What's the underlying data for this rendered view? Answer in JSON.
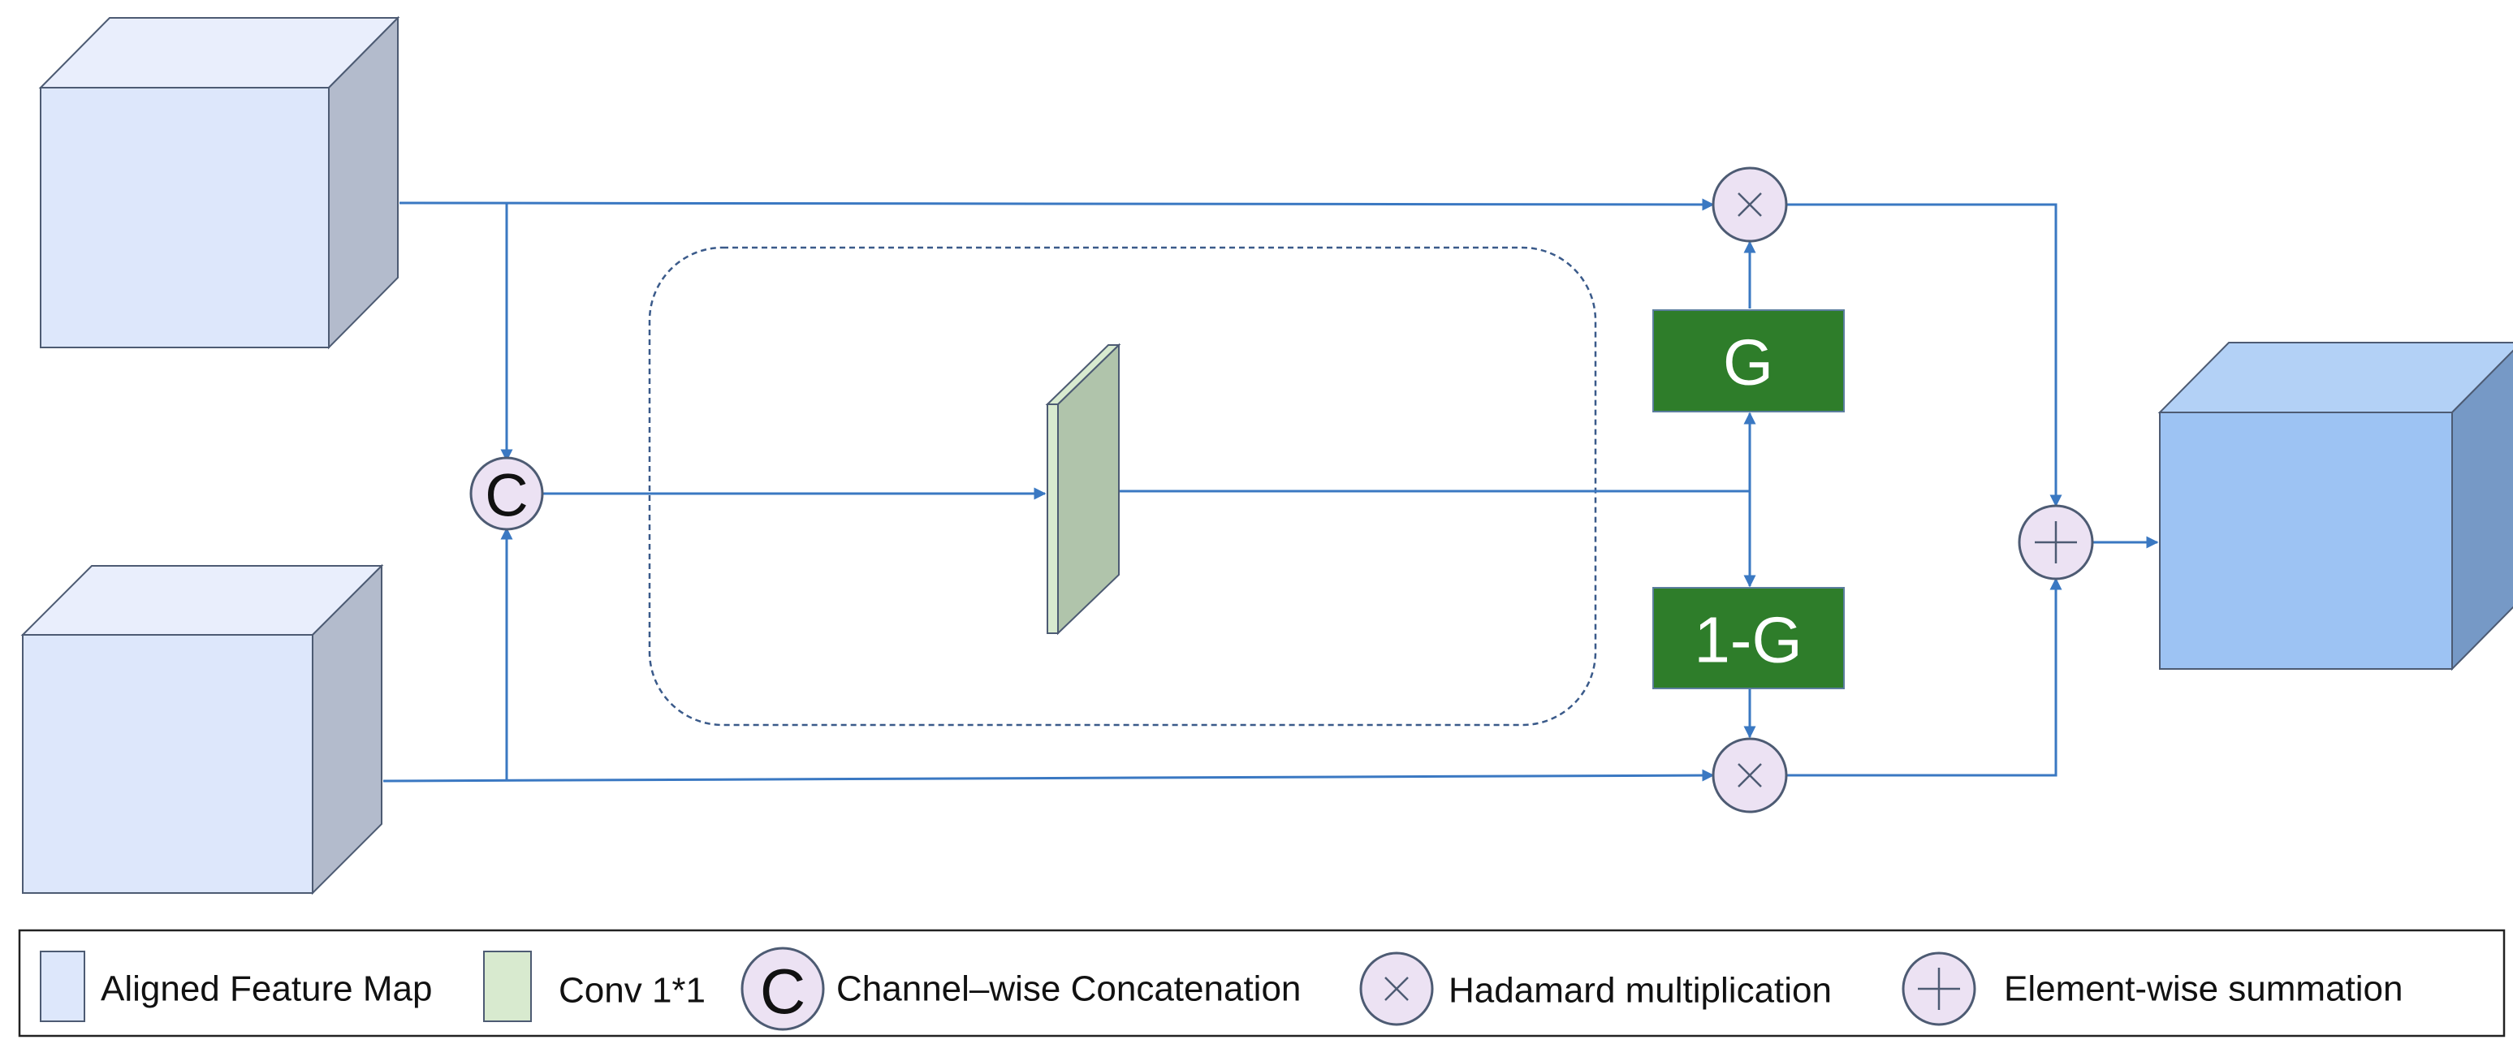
{
  "colors": {
    "flow_line": "#3a78c2",
    "input_cube_front": "#dde7fb",
    "input_cube_top": "#e9eefc",
    "input_cube_side": "#b3bbcc",
    "output_cube_front": "#9dc3f3",
    "output_cube_top": "#b3d1f6",
    "output_cube_side": "#7699c6",
    "conv_front": "#b0c4ab",
    "conv_side": "#d8eacf",
    "operator_fill": "#ece2f3",
    "gate_fill": "#2e7d2a",
    "gate_text": "#ffffff"
  },
  "icons": {
    "multiply": "times-icon",
    "sum": "plus-icon"
  },
  "nodes": {
    "concat_symbol": "C",
    "gate": "G",
    "inverse_gate": "1-G"
  },
  "legend": {
    "feature_map": "Aligned Feature Map",
    "conv": "Conv 1*1",
    "concat_symbol": "C",
    "concat": "Channel–wise Concatenation",
    "hadamard": "Hadamard multiplication",
    "summation": "Element-wise summation"
  }
}
